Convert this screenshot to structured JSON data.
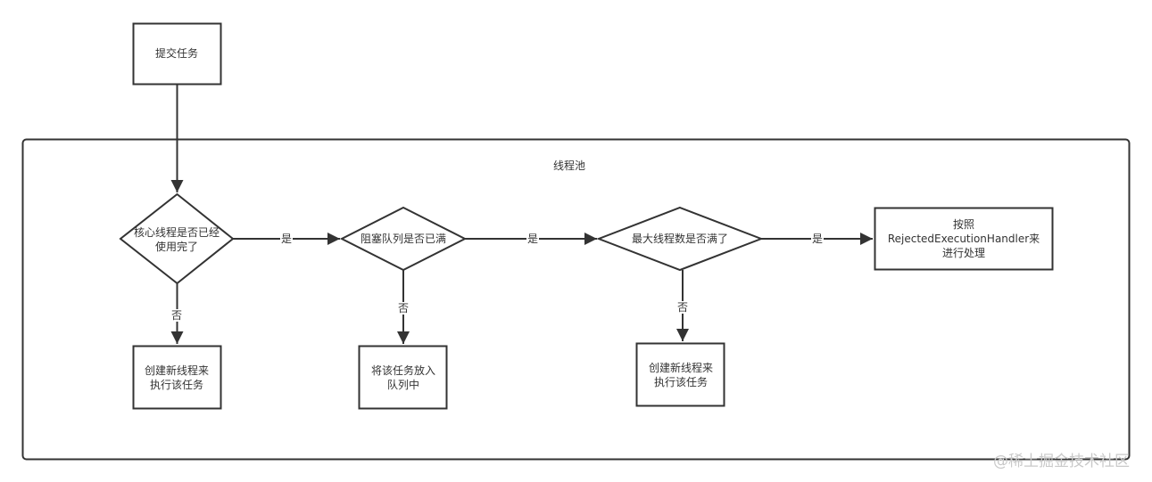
{
  "diagram": {
    "title": "线程池",
    "colors": {
      "stroke": "#333333",
      "text": "#333333",
      "background": "#ffffff",
      "watermark": "#c9c9c9"
    },
    "nodes": {
      "submit": {
        "type": "rect",
        "lines": [
          "提交任务"
        ]
      },
      "core_check": {
        "type": "diamond",
        "lines": [
          "核心线程是否已经",
          "使用完了"
        ]
      },
      "queue_check": {
        "type": "diamond",
        "lines": [
          "阻塞队列是否已满"
        ]
      },
      "max_check": {
        "type": "diamond",
        "lines": [
          "最大线程数是否满了"
        ]
      },
      "reject": {
        "type": "rect",
        "lines": [
          "按照",
          "RejectedExecutionHandler来",
          "进行处理"
        ]
      },
      "create_core": {
        "type": "rect",
        "lines": [
          "创建新线程来",
          "执行该任务"
        ]
      },
      "enqueue": {
        "type": "rect",
        "lines": [
          "将该任务放入",
          "队列中"
        ]
      },
      "create_max": {
        "type": "rect",
        "lines": [
          "创建新线程来",
          "执行该任务"
        ]
      }
    },
    "edges": [
      {
        "from": "submit",
        "to": "core_check",
        "label": ""
      },
      {
        "from": "core_check",
        "to": "queue_check",
        "label": "是"
      },
      {
        "from": "queue_check",
        "to": "max_check",
        "label": "是"
      },
      {
        "from": "max_check",
        "to": "reject",
        "label": "是"
      },
      {
        "from": "core_check",
        "to": "create_core",
        "label": "否"
      },
      {
        "from": "queue_check",
        "to": "enqueue",
        "label": "否"
      },
      {
        "from": "max_check",
        "to": "create_max",
        "label": "否"
      }
    ],
    "watermark": "@稀土掘金技术社区"
  }
}
